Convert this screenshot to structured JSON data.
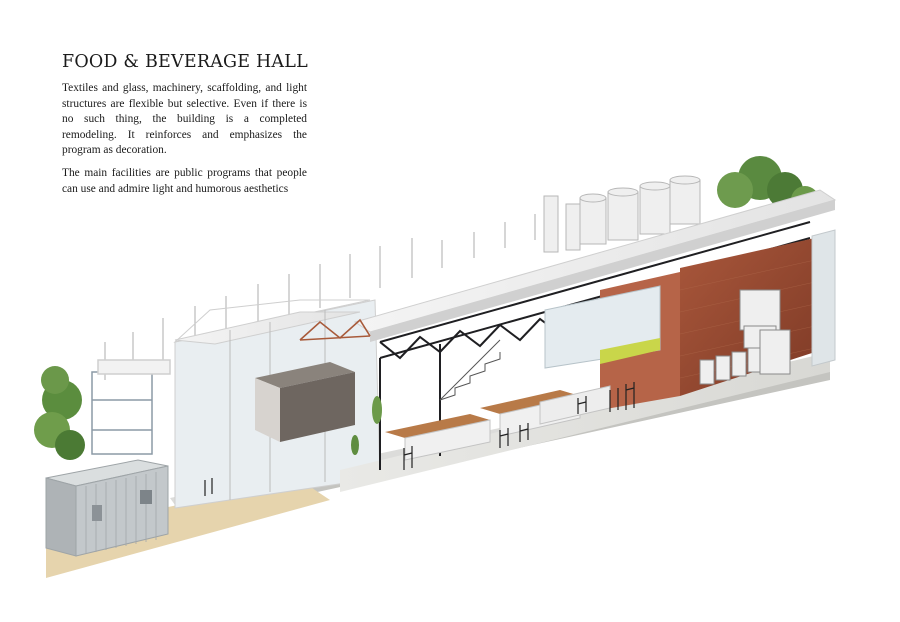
{
  "page": {
    "title": "FOOD & BEVERAGE HALL",
    "paragraphs": [
      "Textiles and glass, machinery, scaffolding, and light structures are flexible but selective. Even if there is no such thing, the building is a completed remodeling. It reinforces and emphasizes the program as decoration.",
      "The main facilities are public programs that people can use and admire light and humorous aesthetics"
    ]
  },
  "colors": {
    "brick": "#9c4a32",
    "steel": "#1f1f22",
    "glass": "#cfd6db",
    "tree": "#4f7a3a",
    "sand": "#e2cfa8",
    "container": "#c9cdd0"
  }
}
